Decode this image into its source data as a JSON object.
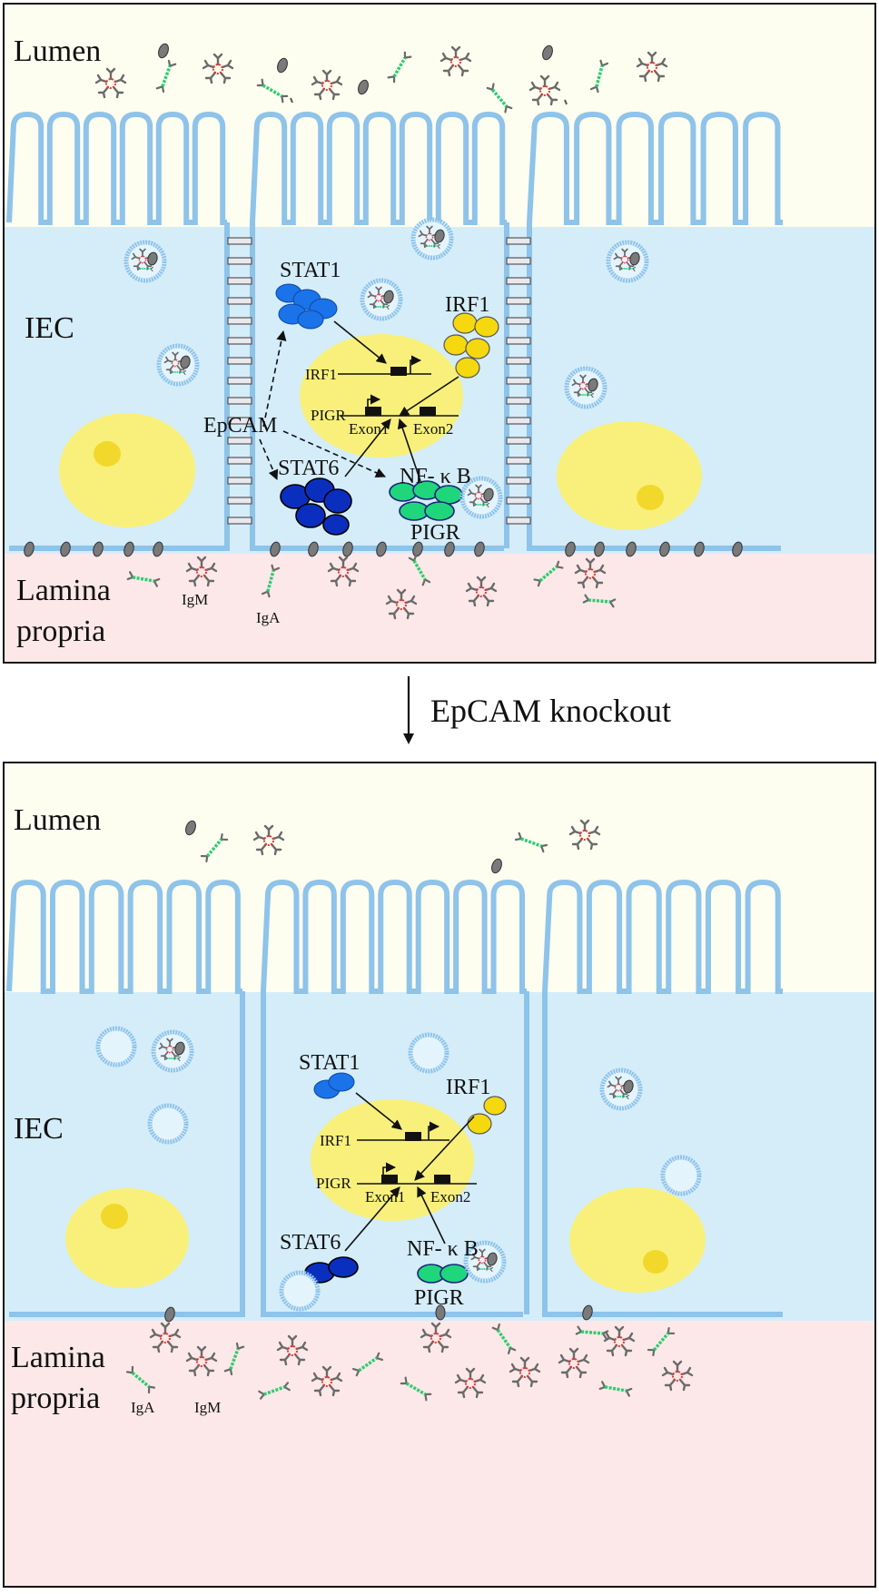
{
  "arrow_text": "EpCAM knockout",
  "panels": [
    {
      "id": "wildtype",
      "lumen": "Lumen",
      "iec": "IEC",
      "lamina_line1": "Lamina",
      "lamina_line2": "propria",
      "stat1": "STAT1",
      "irf1_protein": "IRF1",
      "irf1_gene": "IRF1",
      "pigr_gene": "PIGR",
      "exon1": "Exon1",
      "exon2": "Exon2",
      "stat6": "STAT6",
      "nfkb": "NF- κ B",
      "pigr_protein": "PIGR",
      "epcam": "EpCAM",
      "igm": "IgM",
      "iga": "IgA"
    },
    {
      "id": "knockout",
      "lumen": "Lumen",
      "iec": "IEC",
      "lamina_line1": "Lamina",
      "lamina_line2": "propria",
      "stat1": "STAT1",
      "irf1_protein": "IRF1",
      "irf1_gene": "IRF1",
      "pigr_gene": "PIGR",
      "exon1": "Exon1",
      "exon2": "Exon2",
      "stat6": "STAT6",
      "nfkb": "NF- κ B",
      "pigr_protein": "PIGR",
      "iga": "IgA",
      "igm": "IgM"
    }
  ],
  "colors": {
    "lumen_bg": "#fdfdf0",
    "cell_bg": "#d4edf9",
    "membrane": "#8ec3ea",
    "lamina_bg": "#fce8e8",
    "nucleus": "#f8f07a",
    "stat1": "#1a73e8",
    "irf1": "#f5d80e",
    "stat6": "#0a2fbf",
    "nfkb": "#1fd67a",
    "pigr": "#777777",
    "igm_red": "#e53935",
    "iga_green": "#2ecc71"
  }
}
